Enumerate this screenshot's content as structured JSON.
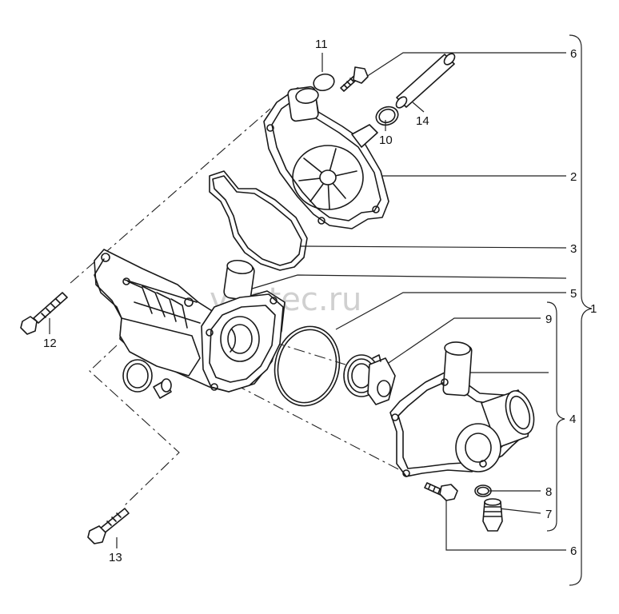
{
  "watermark": "vagtec.ru",
  "callouts": {
    "c1": "1",
    "c2": "2",
    "c3": "3",
    "c4": "4",
    "c5": "5",
    "c6_top": "6",
    "c6_bottom": "6",
    "c7": "7",
    "c8": "8",
    "c9": "9",
    "c10": "10",
    "c11": "11",
    "c12": "12",
    "c13": "13",
    "c14": "14"
  }
}
